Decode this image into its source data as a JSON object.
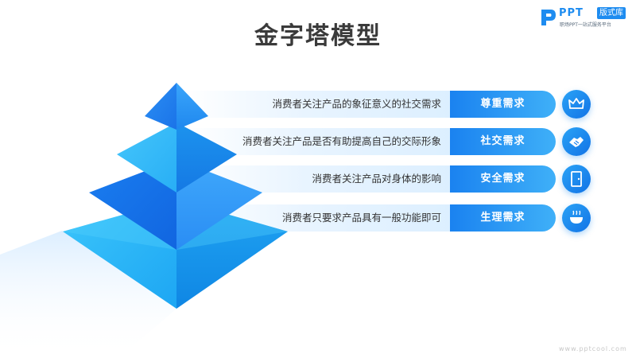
{
  "slide": {
    "title": "金字塔模型",
    "watermark": "www.pptcool.com"
  },
  "logo": {
    "brand": "PPT",
    "tag": "版式库",
    "tagline": "职场PPT一站式服务平台"
  },
  "levels": [
    {
      "description": "消费者关注产品的象征意义的社交需求",
      "label": "尊重需求",
      "icon": "crown-icon"
    },
    {
      "description": "消费者关注产品是否有助提高自己的交际形象",
      "label": "社交需求",
      "icon": "handshake-icon"
    },
    {
      "description": "消费者关注产品对身体的影响",
      "label": "安全需求",
      "icon": "door-icon"
    },
    {
      "description": "消费者只要求产品具有一般功能即可",
      "label": "生理需求",
      "icon": "food-bowl-icon"
    }
  ],
  "colors": {
    "accent": "#1a82f0",
    "accent_light": "#3fb0f8",
    "title": "#3a3a3a"
  }
}
